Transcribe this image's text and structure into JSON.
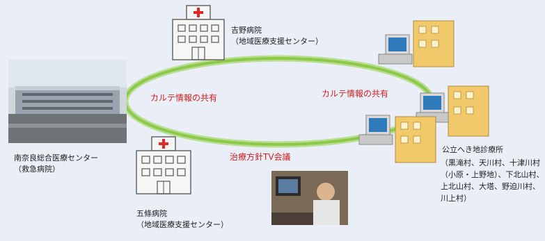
{
  "ring_labels": {
    "left": "カルテ情報の共有",
    "right": "カルテ情報の共有",
    "bottom": "治療方針TV会議"
  },
  "nodes": {
    "center_hospital": {
      "name": "南奈良総合医療センター",
      "sub": "（救急病院）"
    },
    "yoshino": {
      "name": "吉野病院",
      "sub": "（地域医療支援センター）"
    },
    "gojo": {
      "name": "五條病院",
      "sub": "（地域医療支援センター）"
    },
    "clinics": {
      "name": "公立へき地診療所",
      "lines": [
        "（黒滝村、天川村、十津川村",
        "（小原・上野地）、下北山村、",
        "上北山村、大塔、野迫川村、",
        "川上村）"
      ]
    }
  },
  "colors": {
    "ring": "#8cc84b",
    "ring_label": "#d01e1e",
    "background": "#e9eef7"
  }
}
